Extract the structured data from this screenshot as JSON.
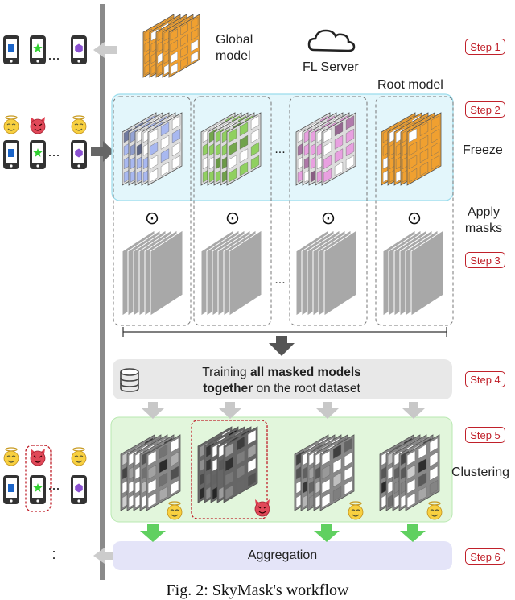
{
  "labels": {
    "global_model": "Global model",
    "fl_server": "FL Server",
    "root_model": "Root model",
    "freeze": "Freeze",
    "apply_masks": "Apply masks",
    "training_prefix": "Training",
    "training_bold1": "all masked models",
    "training_bold2": "together",
    "training_suffix": "on the root dataset",
    "clustering": "Clustering",
    "aggregation": "Aggregation",
    "ellipsis": "...",
    "dots": ":"
  },
  "steps": [
    "Step 1",
    "Step 2",
    "Step 3",
    "Step 4",
    "Step 5",
    "Step 6"
  ],
  "operator_symbol": "⊙",
  "caption": "Fig. 2: SkyMask's workflow",
  "colors": {
    "orange": "#f0a030",
    "blue_model": "#a8b8f0",
    "green_model": "#90d060",
    "pink_model": "#e8a0e0",
    "mask_gray": "#9a9a9a",
    "cyan_panel": "#e3f6fb",
    "green_panel": "#e2f6dc",
    "aggregation_panel": "#e4e4f8",
    "training_panel": "#e8e8e8",
    "step_red": "#c0202a",
    "arrow_green": "#60d060"
  },
  "icons": {
    "cloud": "cloud-icon",
    "database": "database-icon",
    "phone": "phone-icon",
    "angel": "angel-emoji-icon",
    "devil": "devil-emoji-icon"
  }
}
